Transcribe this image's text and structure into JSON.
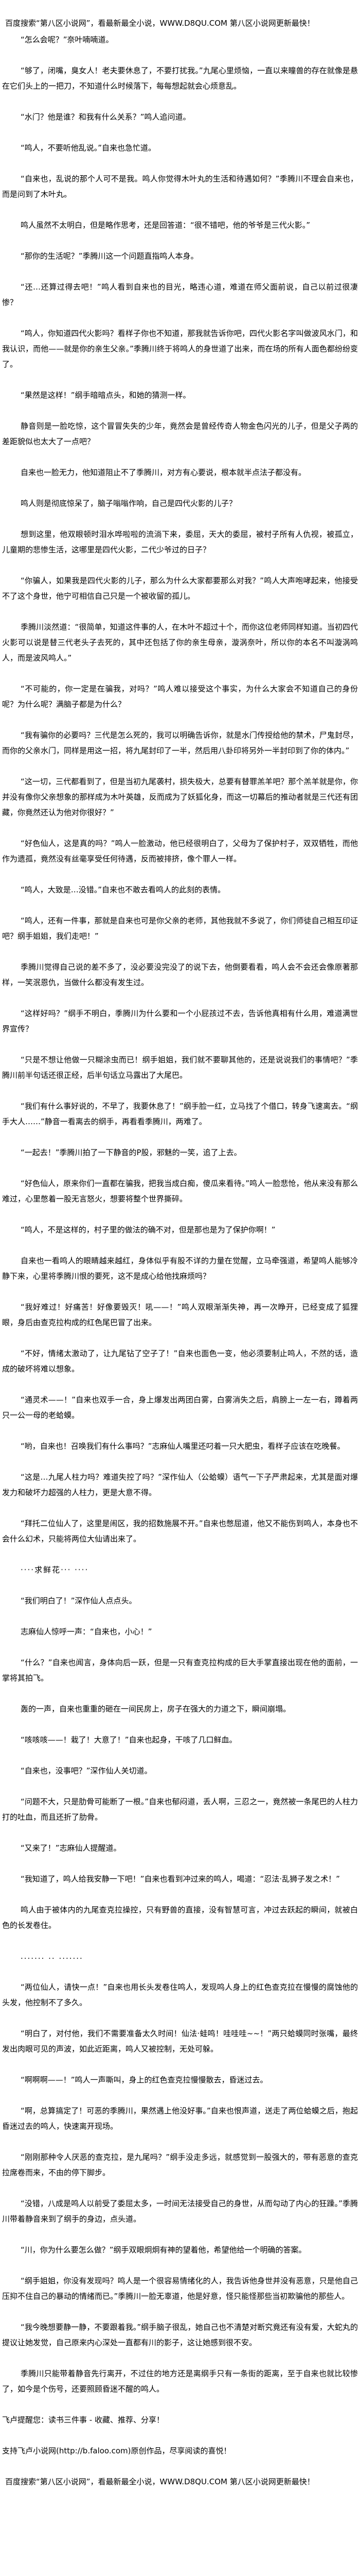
{
  "banner": "百度搜索“第八区小说网”，看最新最全小说，WWW.D8QU.COM   第八区小说网更新最快！",
  "paragraphs": [
    "“怎么会呢？”奈叶喃喃道。",
    "“够了，闭嘴，臭女人！老夫要休息了，不要打扰我。”九尾心里烦恼，一直以来瞳兽的存在就像是悬在它们头上的一把刀，不知道什么时候落下，每每想起就会心烦意乱。",
    "“水门？他是谁？和我有什么关系？”鸣人追问道。",
    "“鸣人，不要听他乱说。”自来也急忙道。",
    "“自来也，乱说的那个人可不是我。鸣人你觉得木叶丸的生活和待遇如何？”季腾川不理会自来也，而是问到了木叶丸。",
    "鸣人虽然不太明白，但是略作思考，还是回答道：“很不错吧，他的爷爷是三代火影。”",
    "“那你的生活呢？”季腾川这一个问题直指鸣人本身。",
    "“还…还算过得去吧！”鸣人看到自来也的目光，略违心道，难道在师父面前说，自己以前过很凄惨？",
    "“鸣人，你知道四代火影吗？看样子你也不知道，那我就告诉你吧，四代火影名字叫做波风水门，和我认识，而他——就是你的亲生父亲。”季腾川终于将鸣人的身世道了出来，而在场的所有人面色都纷纷变了。",
    "“果然是这样！”纲手暗暗点头，和她的猜测一样。",
    "静音则是一脸吃惊，这个冒冒失失的少年，竟然会是曾经传奇人物金色闪光的儿子，但是父子两的差距貌似也太大了一点吧？",
    "自来也一脸无力，他知道阻止不了季腾川，对方有心要说，根本就半点法子都没有。",
    "鸣人则是彻底惊呆了，脑子嗡嗡作响，自己是四代火影的儿子？",
    "想到这里，他双眼顿时泪水哗啦啦的流淌下来，委屈，天大的委屈，被村子所有人仇视，被孤立，儿童期的悲惨生活，这哪里是四代火影，二代少爷过的日子？",
    "“你骗人，如果我是四代火影的儿子，那么为什么大家都要那么对我？”鸣人大声咆哮起来，他接受不了这个身世，他宁可相信自己只是一个被收留的孤儿。",
    "季腾川淡然道：“很简单，知道这件事的人，在木叶不超过十个，而你这位老师同样知道。当初四代火影可以说是替三代老头子去死的，其中还包括了你的亲生母亲，漩涡奈叶，所以你的本名不叫漩涡鸣人，而是波风鸣人。”",
    "“不可能的，你一定是在骗我，对吗？”鸣人难以接受这个事实，为什么大家会不知道自己的身份呢？为什么呢？满脑子都是为什么？",
    "“我有骗你的必要吗？三代是怎么死的，我可以明确告诉你，就是水门传授给他的禁术，尸鬼封尽，而你的父亲水门，同样是用这一招，将九尾封印了一半，然后用八卦印将另外一半封印到了你的体内。”",
    "“这一切，三代都看到了，但是当初九尾袭村，损失极大，总要有替罪羔羊吧？那个羔羊就是你，你并没有像你父亲想象的那样成为木叶英雄，反而成为了妖狐化身，而这一切幕后的推动者就是三代还有团藏，你竟然还认为他对你很好？”",
    "“好色仙人，这是真的吗？”鸣人一脸激动，他已经很明白了，父母为了保护村子，双双牺牲，而他作为遗孤，竟然没有丝毫享受任何待遇，反而被排挤，像个罪人一样。",
    "“鸣人，大致是…没错。”自来也不敢去看鸣人的此刻的表情。",
    "“鸣人，还有一件事，那就是自来也可是你父亲的老师，其他我就不多说了，你们师徒自己相互印证吧？纲手姐姐，我们走吧！”",
    "季腾川觉得自己说的差不多了，没必要没完没了的说下去，他倒要看看，鸣人会不会还会像原著那样，一笑泯恩仇，当做什么都没有发生过。",
    "“这样好吗？”纲手不明白，季腾川为什么要和一个小屁孩过不去，告诉他真相有什么用，难道满世界宣传？",
    "“只是不想让他做一只糊涂虫而已！纲手姐姐，我们就不要聊其他的，还是说说我们的事情吧？”季腾川前半句话还很正经，后半句话立马露出了大尾巴。",
    "“我们有什么事好说的，不早了，我要休息了！”纲手脸一红，立马找了个借口，转身飞速离去。“纲手大人……”静音一看离去的纲手，再看看季腾川，两难了。",
    "“一起去！”季腾川拍了一下静音的P股，邪魅的一笑，追了上去。",
    "“好色仙人，原来你们一直都在骗我，把我当成白痴，傻瓜来看待。”鸣人一脸悲怆，他从来没有那么难过，心里憋着一股无言怒火，想要将整个世界撕碎。",
    "“鸣人，不是这样的，村子里的做法的确不对，但是那也是为了保护你啊！”",
    "自来也一看鸣人的眼睛越来越红，身体似乎有股不详的力量在觉醒，立马牵强道，希望鸣人能够冷静下来，心里将季腾川恨的要死，这不是成心给他找麻烦吗？",
    "“我好难过！好痛苦！好像要毁灭！吼——！”鸣人双眼渐渐失神，再一次睁开，已经变成了狐狸眼，身后由查克拉构成的红色尾巴冒了出来。",
    "“不好，情绪太激动了，让九尾钻了空子了！”自来也面色一变，他必须要制止鸣人，不然的话，造成的破坏将难以想象。",
    "“通灵术——！”自来也双手一合，身上爆发出两团白雾，白雾消失之后，肩膀上一左一右，蹲着两只一公一母的老蛤蟆。",
    "“哟，自来也！召唤我们有什么事吗？”志麻仙人嘴里还叼着一只大肥虫，看样子应该在吃晚餐。",
    "“这是…九尾人柱力吗？难道失控了吗？”深作仙人（公蛤蟆）语气一下子严肃起来，尤其是面对爆发力和破坏力超强的人柱力，更是大意不得。",
    "“拜托二位仙人了，这里是闹区，我的招数施展不开。”自来也憋屈道，他又不能伤到鸣人，本身也不会什么幻术，只能将两位大仙请出来了。",
    "····求鲜花··· ····",
    "“我们明白了！”深作仙人点点头。",
    "志麻仙人惊呼一声：“自来也，小心！”",
    "“什么？”自来也闻言，身体向后一跃，但是一只有查克拉构成的巨大手掌直接出现在他的面前，一掌将其拍飞。",
    "轰的一声，自来也重重的砸在一间民房上，房子在强大的力道之下，瞬间崩塌。",
    "“咳咳咳——！栽了！大意了！”自来也起身，干咳了几口鲜血。",
    "“自来也，没事吧？”深作仙人关切道。",
    "“问题不大，只是肋骨可能断了一根。”自来也郁闷道，丢人啊，三忍之一，竟然被一条尾巴的人柱力打的吐血，而且还折了肋骨。",
    "“又来了！”志麻仙人提醒道。",
    "“我知道了，鸣人给我安静一下吧！”自来也看到冲过来的鸣人，喝道：“忍法·乱狮子发之术！”",
    "鸣人由于被体内的九尾查克拉操控，只有野兽的直接，没有智慧可言，冲过去跃起的瞬间，就被白色的长发卷住。",
    "....... .. .......",
    "“两位仙人，请快一点！”自来也用长头发卷住鸣人，发现鸣人身上的红色查克拉在慢慢的腐蚀他的头发，他控制不了多久。",
    "“明白了，对付他，我们不需要准备太久时间！仙法·蛙鸣！哇哇哇~~！”两只蛤蟆同时张嘴，最终发出肉眼可见的声波，如此近距离，鸣人又被控制，无处可躲。",
    "“啊啊啊——！”鸣人一声嘶叫，身上的红色查克拉慢慢散去，昏迷过去。",
    "“啊，总算搞定了！可恶的季腾川，果然遇上他没好事。”自来也恨声道，送走了两位蛤蟆之后，抱起昏迷过去的鸣人，快速离开现场。",
    "“刚刚那种令人厌恶的查克拉，是九尾吗？”纲手没走多远，就感觉到一股强大的，带有恶意的查克拉席卷而来，不由的停下脚步。",
    "“没错，八成是鸣人以前受了委屈太多，一时间无法接受自己的身世，从而勾动了内心的狂躁。”季腾川带着静音来到了纲手的身边，点头道。",
    "“川，你为什么要怎么做？”纲手双眼炯炯有神的望着他，希望他给一个明确的答案。",
    "“纲手姐姐，你没有发现吗？鸣人是一个很容易情绪化的人，我告诉他身世并没有恶意，只是他自己压抑不住自己的暴动的情绪而已。”季腾川一脸无辜道，他是好意，怪只能怪那些当初欺骗他的那些人。",
    "“我今晚想要静一静，不要跟着我。”纲手脑子很乱，她自己也不清楚对断究竟还有没有爱，大蛇丸的提议让她发觉，自己原来内心深处一直都有川的影子，这让她感到很不安。",
    "季腾川只能带着静音先行离开，不过住的地方还是离纲手只有一条街的距离，至于自来也就比较惨了，如今是个伤号，还要照顾昏迷不醒的鸣人。"
  ],
  "promo": {
    "reminder": "飞卢提醒您：读书三件事 - 收藏、推荐、分享！",
    "support": "支持飞卢小说网(http://b.faloo.com)原创作品，尽享阅读的喜悦！"
  },
  "banner_bottom": "百度搜索“第八区小说网”，看最新最全小说，WWW.D8QU.COM   第八区小说网更新最快！"
}
